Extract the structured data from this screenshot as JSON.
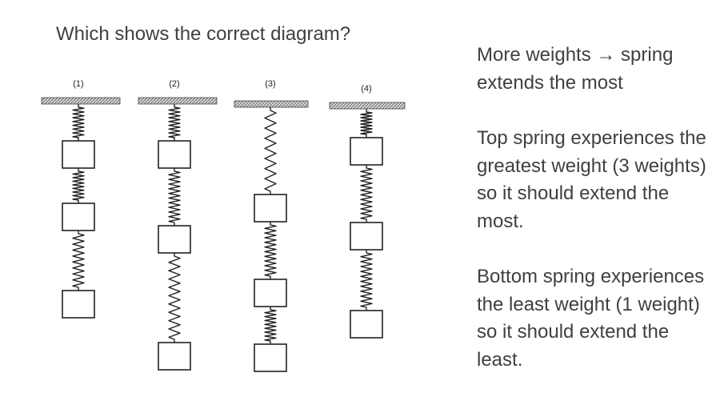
{
  "question": "Which shows the correct diagram?",
  "explanation": [
    "More weights → spring extends the most",
    "Top spring experiences the greatest weight (3 weights) so it should extend the most.",
    "Bottom spring experiences the least weight (1 weight) so it should extend the least."
  ],
  "diagram": {
    "options": [
      {
        "label": "(1)"
      },
      {
        "label": "(2)"
      },
      {
        "label": "(3)"
      },
      {
        "label": "(4)"
      }
    ],
    "colors": {
      "line": "#222222",
      "ceiling": "#a0a0a0"
    }
  }
}
